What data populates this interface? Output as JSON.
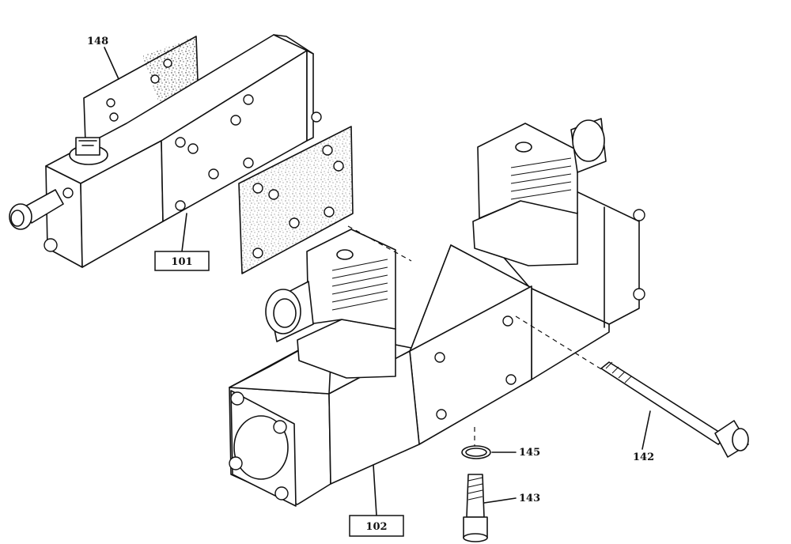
{
  "callouts": {
    "c148": "148",
    "c101": "101",
    "c102": "102",
    "c145": "145",
    "c143": "143",
    "c142": "142"
  }
}
